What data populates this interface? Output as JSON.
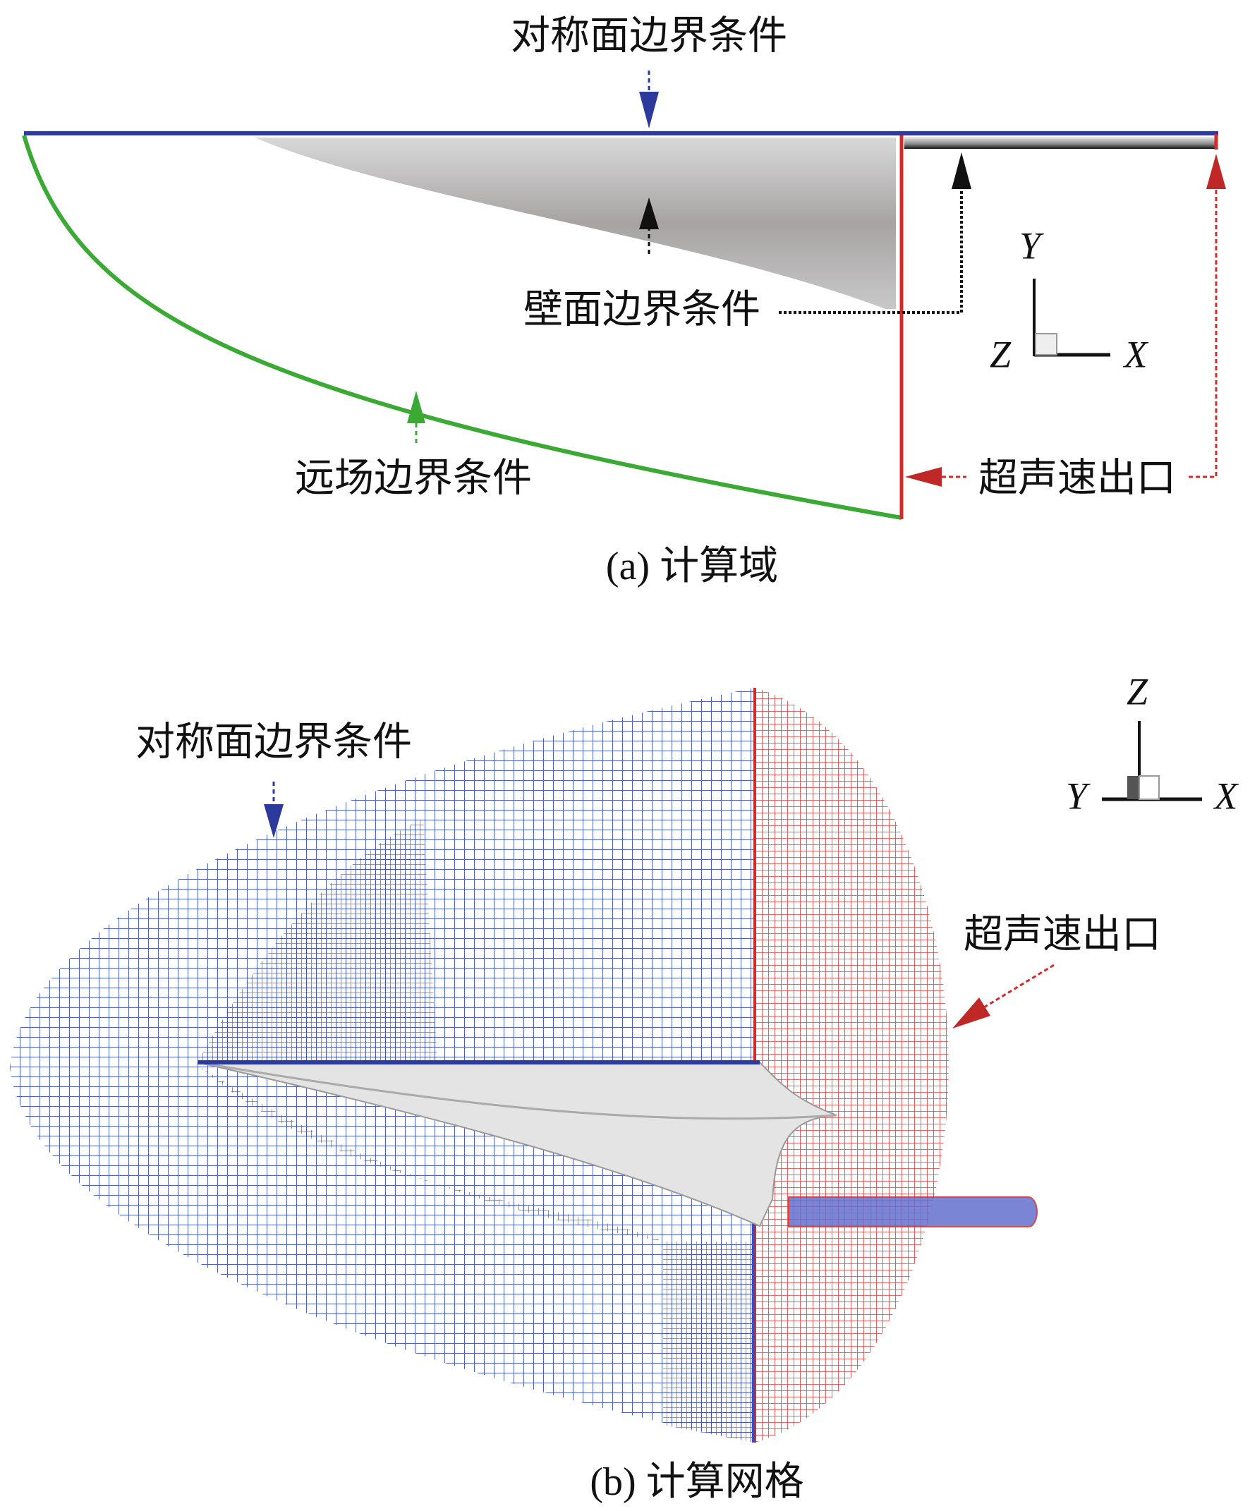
{
  "panel_a": {
    "caption": "(a) 计算域",
    "labels": {
      "symmetry": "对称面边界条件",
      "wall": "壁面边界条件",
      "farfield": "远场边界条件",
      "outlet": "超声速出口"
    },
    "axes": {
      "y": "Y",
      "z": "Z",
      "x": "X"
    }
  },
  "panel_b": {
    "caption": "(b) 计算网格",
    "labels": {
      "symmetry": "对称面边界条件",
      "outlet": "超声速出口"
    },
    "axes": {
      "z": "Z",
      "y": "Y",
      "x": "X"
    }
  },
  "colors": {
    "symmetry": "#2b3a9c",
    "farfield": "#3aaa35",
    "outlet": "#d42a2a",
    "wall": "#999999",
    "mesh_blue": "#3a4fc0",
    "mesh_red": "#e03a3a"
  }
}
